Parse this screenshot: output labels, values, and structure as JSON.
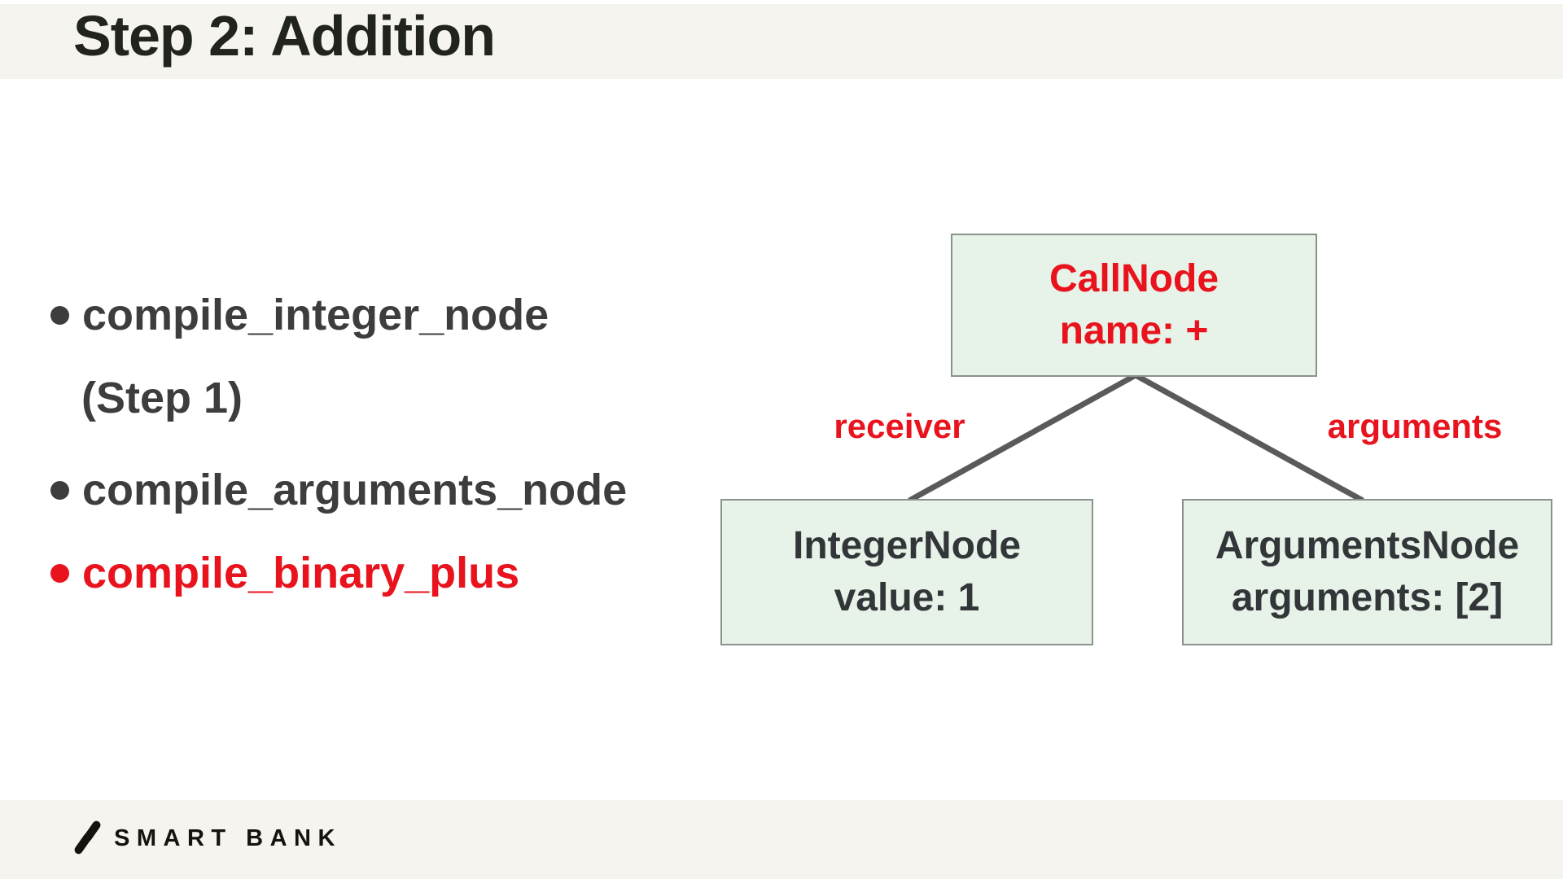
{
  "title": "Step 2: Addition",
  "bullets": {
    "item1": {
      "label": "compile_integer_node",
      "note": "(Step 1)"
    },
    "item2": {
      "label": "compile_arguments_node"
    },
    "item3": {
      "label": "compile_binary_plus"
    }
  },
  "tree": {
    "call_node": {
      "name": "CallNode",
      "attr": "name: +"
    },
    "receiver_label": "receiver",
    "arguments_label": "arguments",
    "integer_node": {
      "name": "IntegerNode",
      "attr": "value: 1"
    },
    "arguments_node": {
      "name": "ArgumentsNode",
      "attr": "arguments: [2]"
    }
  },
  "footer": {
    "brand": "SMART BANK"
  },
  "colors": {
    "accent_red": "#e8131d",
    "node_fill": "#e7f2e8",
    "node_border": "#89938a",
    "edge_line": "#5a5a5a",
    "strip_beige": "#f6f4ee",
    "text_dark": "#3d3d3d",
    "title_text": "#20231e"
  }
}
